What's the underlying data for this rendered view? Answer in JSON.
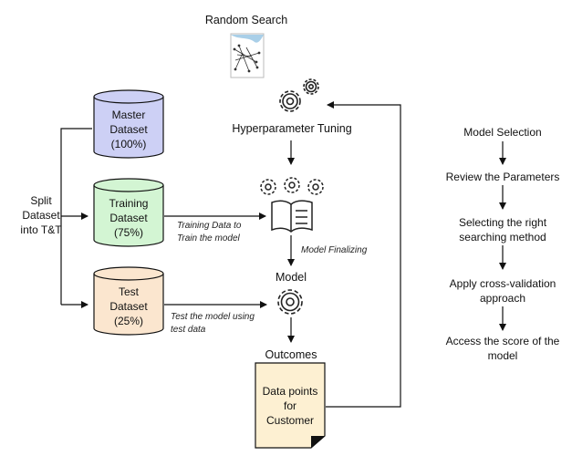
{
  "header": {
    "title": "Random Search"
  },
  "left": {
    "split_label": "Split\nDataset\ninto T&T"
  },
  "datasets": {
    "master": {
      "label": "Master\nDataset\n(100%)",
      "color": "#cdd0f5"
    },
    "training": {
      "label": "Training\nDataset\n(75%)",
      "color": "#d3f5d3"
    },
    "test": {
      "label": "Test\nDataset\n(25%)",
      "color": "#fbe6cf"
    }
  },
  "middle": {
    "tuning_label": "Hyperparameter Tuning",
    "training_note": "Training Data to\nTrain the model",
    "test_note": "Test the model using\ntest data",
    "finalizing_note": "Model Finalizing",
    "model_label": "Model",
    "outcomes_label": "Outcomes",
    "output_doc": {
      "label": "Data points\nfor\nCustomer",
      "color": "#fdf0d2"
    }
  },
  "model_selection": {
    "steps": [
      "Model Selection",
      "Review the Parameters",
      "Selecting the right\nsearching method",
      "Apply cross-validation\napproach",
      "Access the score of the\nmodel"
    ]
  },
  "icons": [
    "random-search-icon",
    "gears-icon",
    "book-with-gears-icon",
    "gear-icon"
  ]
}
